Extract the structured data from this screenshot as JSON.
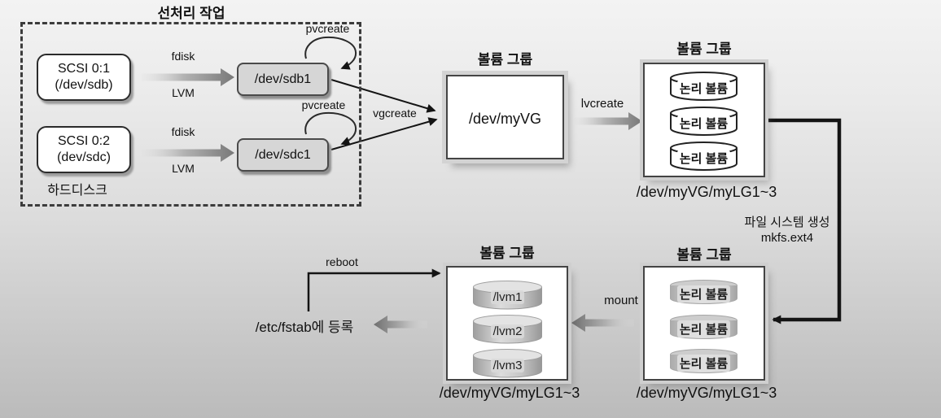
{
  "title": "선처리 작업",
  "preprocess": {
    "disks": [
      {
        "line1": "SCSI 0:1",
        "line2": "(/dev/sdb)"
      },
      {
        "line1": "SCSI 0:2",
        "line2": "(dev/sdc)"
      }
    ],
    "partitions": [
      "/dev/sdb1",
      "/dev/sdc1"
    ],
    "arrow_labels": {
      "fdisk": "fdisk",
      "lvm": "LVM",
      "pvcreate": "pvcreate"
    },
    "harddisk": "하드디스크"
  },
  "volume_group": {
    "heading": "볼륨 그룹",
    "vgcreate_label": "vgcreate",
    "vg_name": "/dev/myVG",
    "lvcreate_label": "lvcreate"
  },
  "logical_volumes": {
    "heading": "볼륨 그룹",
    "items": [
      "논리 볼륨",
      "논리 볼륨",
      "논리 볼륨"
    ],
    "caption": "/dev/myVG/myLG1~3",
    "mkfs": {
      "line1": "파일 시스템 생성",
      "line2": "mkfs.ext4"
    }
  },
  "formatted": {
    "heading": "볼륨 그룹",
    "items": [
      "논리 볼륨",
      "논리 볼륨",
      "논리 볼륨"
    ],
    "caption": "/dev/myVG/myLG1~3",
    "mount_label": "mount"
  },
  "mounted": {
    "heading": "볼륨 그룹",
    "items": [
      "/lvm1",
      "/lvm2",
      "/lvm3"
    ],
    "caption": "/dev/myVG/myLG1~3",
    "reboot_label": "reboot",
    "fstab_label": "/etc/fstab에 등록"
  },
  "colors": {
    "line": "#141414",
    "box_fill": "#ffffff",
    "partition_fill": "#d6d6d6",
    "frame_gray": "#d3d3d3",
    "arrow_dark": "#7a7a7a"
  }
}
